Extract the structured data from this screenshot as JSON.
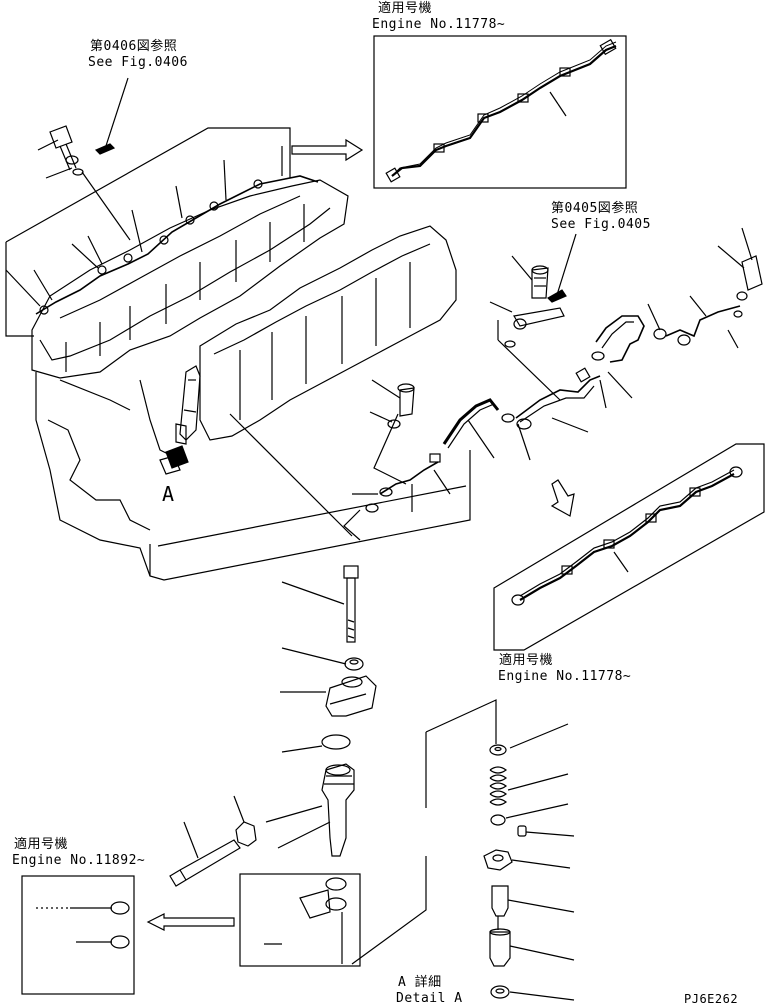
{
  "labels": {
    "ref_0406_jp": "第0406図参照",
    "ref_0406_en": "See Fig.0406",
    "applicable_top_jp": "適用号機",
    "engine_top": "Engine No.11778~",
    "ref_0405_jp": "第0405図参照",
    "ref_0405_en": "See Fig.0405",
    "applicable_mid_jp": "適用号機",
    "engine_mid": "Engine No.11778~",
    "applicable_left_jp": "適用号機",
    "engine_left": "Engine No.11892~",
    "view_a": "A",
    "detail_jp": "A 詳細",
    "detail_en": "Detail A",
    "drawing_code": "PJ6E262"
  }
}
